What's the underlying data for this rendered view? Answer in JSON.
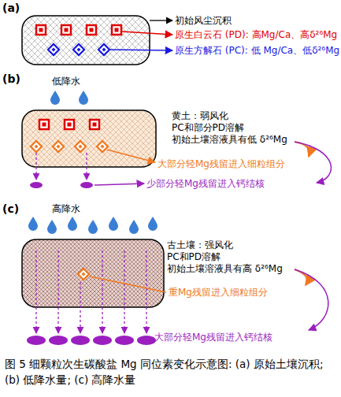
{
  "diagram": {
    "caption": "图 5 细颗粒次生碳酸盐 Mg 同位素变化示意图: (a) 原始土壤沉积; (b) 低降水量; (c) 高降水量",
    "labels": [
      "(a)",
      "初始风尘沉积",
      "原生白云石 (PD): 高Mg/Ca、高δ²⁶Mg",
      "原生方解石 (PC): 低 Mg/Ca、低δ²⁶Mg",
      "(b)",
      "低降水",
      "黄土：弱风化",
      "PC和部分PD溶解",
      "初始土壤溶液具有低 δ²⁶Mg",
      "大部分轻Mg残留进入细粒组分",
      "少部分轻Mg残留进入钙结核",
      "(c)",
      "高降水",
      "古土壤：强风化",
      "PC和PD溶解",
      "初始土壤溶液具有高 δ²⁶Mg",
      "重Mg残留进入细粒组分",
      "大部分轻Mg残留进入钙结核"
    ]
  }
}
